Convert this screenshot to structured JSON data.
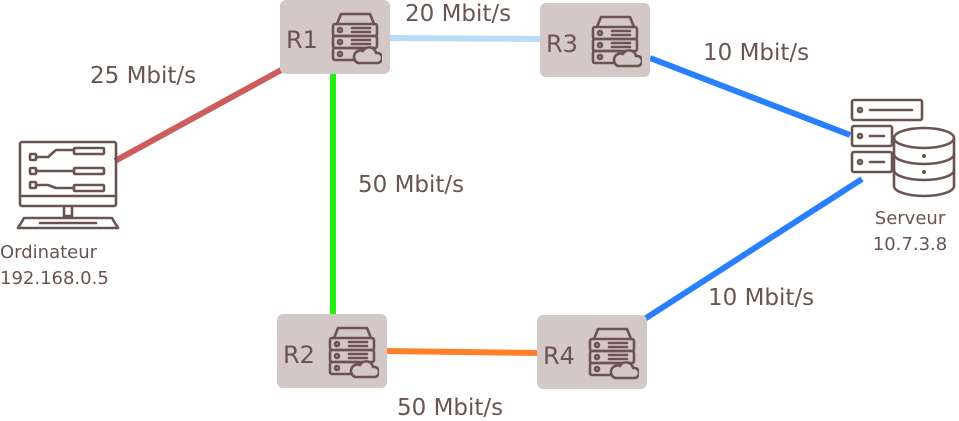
{
  "colors": {
    "node_fill": "#d4c8c7",
    "icon_stroke": "#6b5352",
    "text": "#6b5352",
    "link_pc_r1": "#cd5c5c",
    "link_r1_r3": "#b8dcf5",
    "link_r1_r2": "#22ee11",
    "link_r2_r4": "#ff7f2a",
    "link_r3_server": "#2a7fff",
    "link_r4_server": "#2a7fff"
  },
  "routers": {
    "r1": {
      "label": "R1",
      "icon": "server-cloud-icon"
    },
    "r2": {
      "label": "R2",
      "icon": "server-cloud-icon"
    },
    "r3": {
      "label": "R3",
      "icon": "server-cloud-icon"
    },
    "r4": {
      "label": "R4",
      "icon": "server-cloud-icon"
    }
  },
  "computer": {
    "label": "Ordinateur",
    "ip": "192.168.0.5",
    "icon": "computer-icon"
  },
  "server": {
    "label": "Serveur",
    "ip": "10.7.3.8",
    "icon": "database-server-icon"
  },
  "links": {
    "pc_r1": "25 Mbit/s",
    "r1_r3": "20 Mbit/s",
    "r1_r2": "50 Mbit/s",
    "r2_r4": "50 Mbit/s",
    "r3_server": "10 Mbit/s",
    "r4_server": "10 Mbit/s"
  }
}
